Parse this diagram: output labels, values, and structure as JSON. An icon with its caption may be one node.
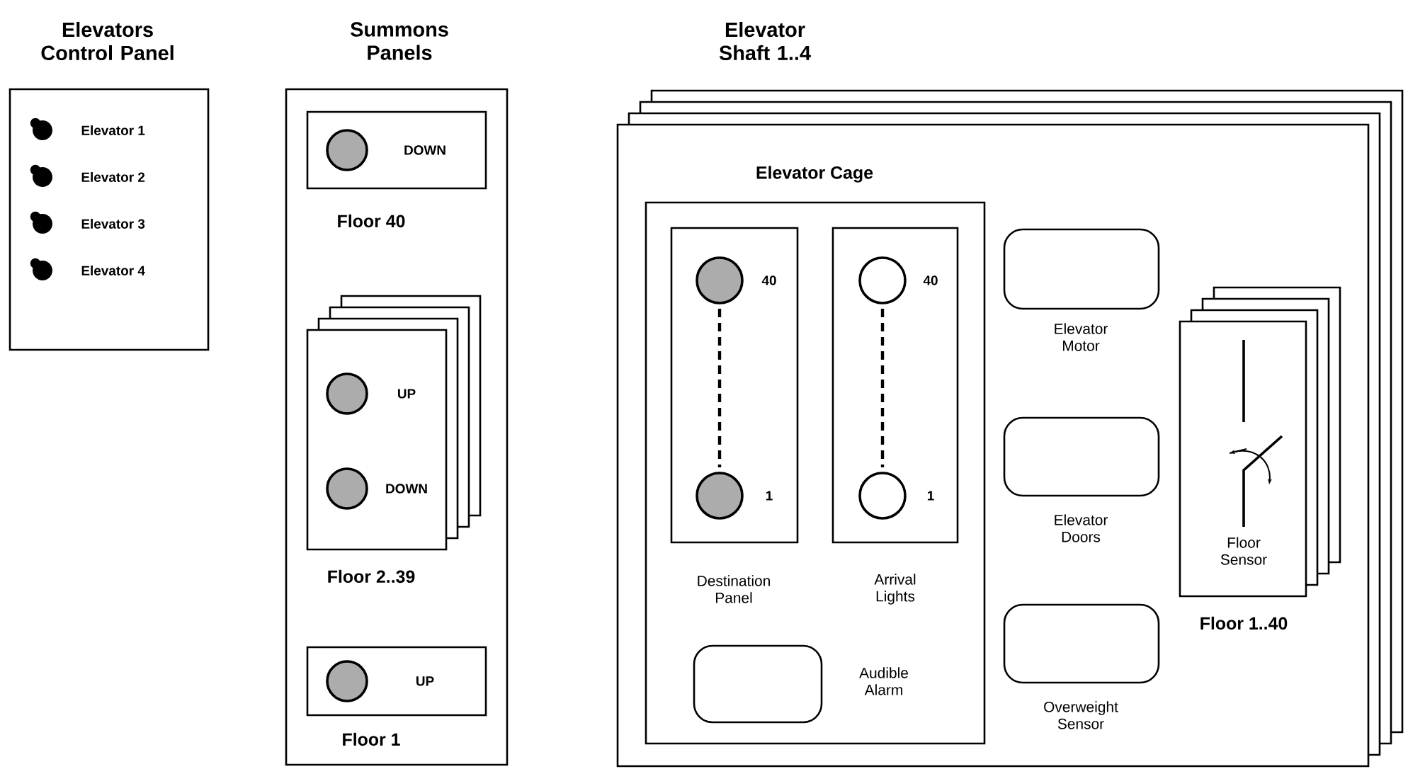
{
  "diagram": {
    "nodes": [
      {
        "text": [
          "Elevators Control Panel",
          "Elevator 1",
          "Elevator 2",
          "Elevator 3",
          "Elevator 4"
        ]
      },
      {
        "text": [
          "Summons Panels"
        ]
      },
      {
        "text": [
          "DOWN"
        ],
        "beside": [
          "Floor 40"
        ],
        "in": 1
      },
      {
        "text": [
          "UP",
          "DOWN"
        ],
        "beside": [
          "Floor 2..39"
        ],
        "in": 1
      },
      {
        "text": [
          "UP"
        ],
        "beside": [
          "Floor 1"
        ],
        "in": 1
      },
      {
        "text": [
          "Elevator Shaft 1..4"
        ]
      },
      {
        "text": [
          "Elevator Cage"
        ],
        "in": 5
      },
      {
        "text": [
          "40",
          "1"
        ],
        "beside": [
          "Destination Panel"
        ],
        "in": 6
      },
      {
        "text": [
          "40",
          "1"
        ],
        "beside": [
          "Arrival Lights"
        ],
        "in": 6
      },
      {
        "text": [],
        "shape": "box",
        "beside": [
          "Audible Alarm"
        ],
        "in": 6
      },
      {
        "text": [],
        "shape": "box",
        "beside": [
          "Elevator Motor"
        ],
        "in": 5
      },
      {
        "text": [],
        "shape": "box",
        "beside": [
          "Elevator Doors"
        ],
        "in": 5
      },
      {
        "text": [],
        "shape": "box",
        "beside": [
          "Overweight Sensor"
        ],
        "in": 5
      },
      {
        "text": [
          "Floor Sensor"
        ],
        "beside": [
          "Floor 1..40"
        ],
        "in": 5
      }
    ]
  }
}
